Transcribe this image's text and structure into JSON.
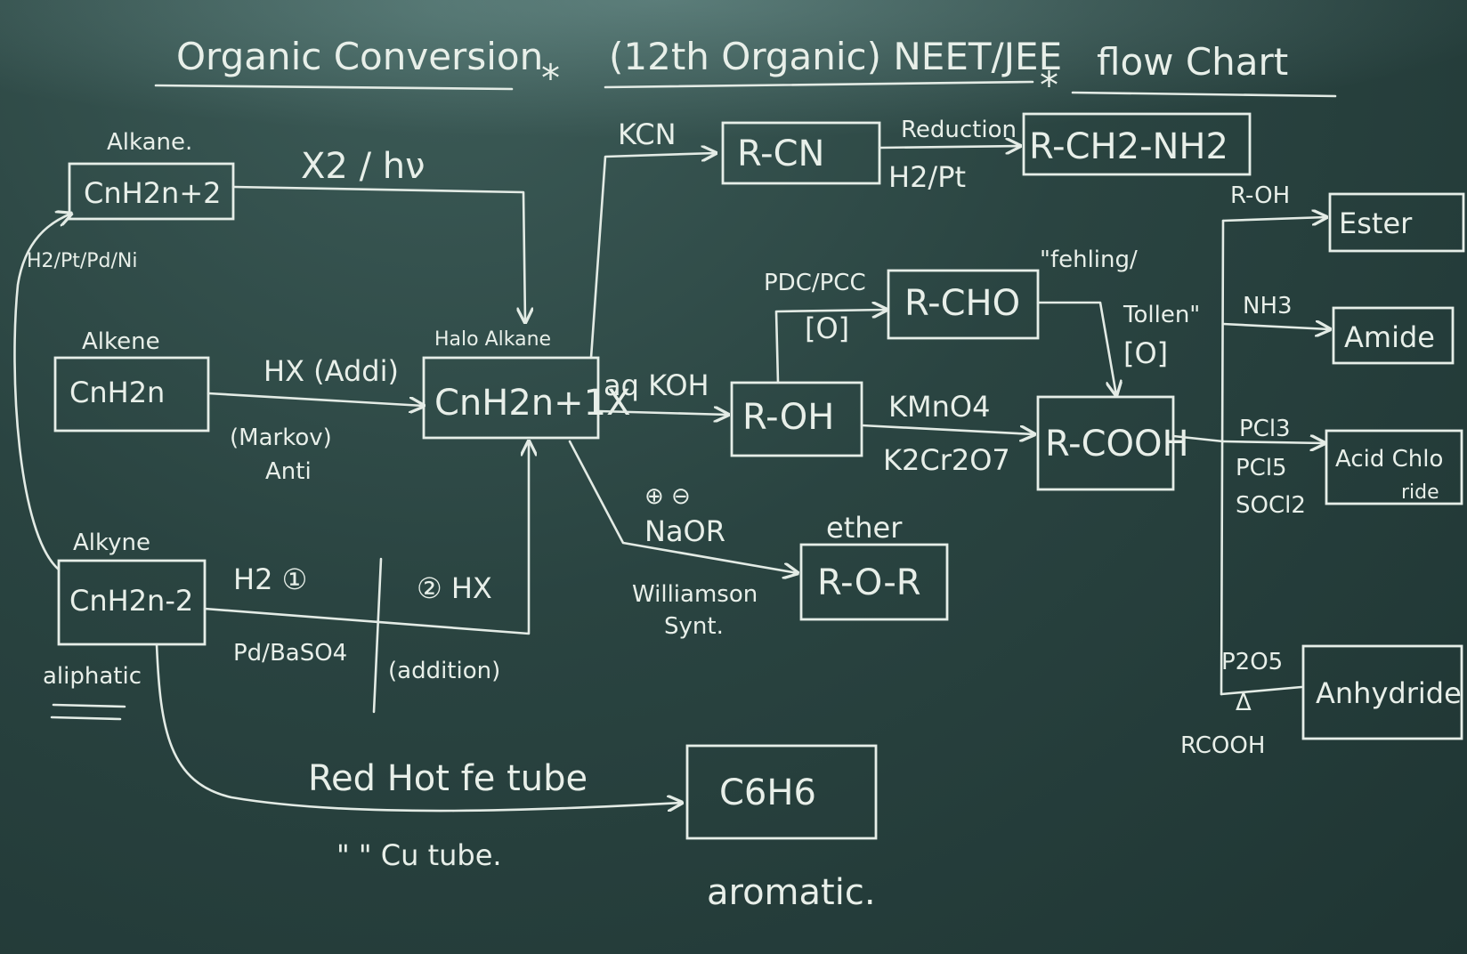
{
  "title": {
    "part1": "Organic Conversion",
    "part2": "(12th Organic) NEET/JEE",
    "part3": "flow Chart",
    "star": "*"
  },
  "nodes": {
    "alkane_label": "Alkane.",
    "alkane_formula": "CnH2n+2",
    "alkene_label": "Alkene",
    "alkene_formula": "CnH2n",
    "alkyne_label": "Alkyne",
    "alkyne_formula": "CnH2n-2",
    "aliphatic_label": "aliphatic",
    "haloalkane_label": "Halo Alkane",
    "haloalkane_formula": "CnH2n+1X",
    "nitrile": "R-CN",
    "amine": "R-CH2-NH2",
    "alcohol": "R-OH",
    "aldehyde": "R-CHO",
    "acid": "R-COOH",
    "ether_label": "ether",
    "ether": "R-O-R",
    "ester": "Ester",
    "amide": "Amide",
    "acid_chloride_1": "Acid Chlo",
    "acid_chloride_2": "ride",
    "anhydride": "Anhydride",
    "benzene": "C6H6",
    "aromatic_label": "aromatic."
  },
  "reagents": {
    "h2_catalyst": "H2/Pt/Pd/Ni",
    "x2_hv": "X2 / hν",
    "hx_addition": "HX (Addi)",
    "markovnikov": "(Markov)",
    "anti": "Anti",
    "h2_num": "H2 ①",
    "pd_baso4": "Pd/BaSO4",
    "hx_num": "② HX",
    "addition": "(addition)",
    "kcn": "KCN",
    "reduction": "Reduction",
    "h2_pt": "H2/Pt",
    "aq_koh": "aq KOH",
    "pdc_pcc": "PDC/PCC",
    "oxidation_1": "[O]",
    "fehling": "\"fehling/",
    "tollens": "Tollen\"",
    "oxidation_2": "[O]",
    "kmno4": "KMnO4",
    "k2cr2o7": "K2Cr2O7",
    "naor_charges": "⊕ ⊖",
    "naor": "NaOR",
    "williamson_1": "Williamson",
    "williamson_2": "Synt.",
    "r_oh": "R-OH",
    "nh3": "NH3",
    "pcl3": "PCl3",
    "pcl5": "PCl5",
    "socl2": "SOCl2",
    "p2o5": "P2O5",
    "delta": "Δ",
    "rcooh": "RCOOH",
    "red_hot_fe": "Red Hot fe tube",
    "ditto_cu": "\" \" Cu tube."
  }
}
